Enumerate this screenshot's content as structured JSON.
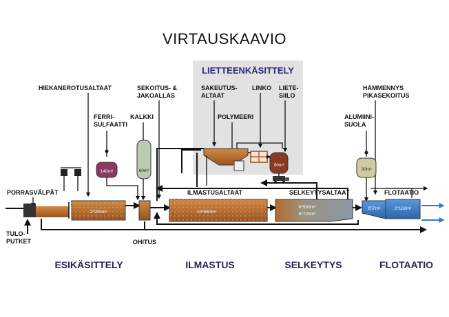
{
  "title": "VIRTAUSKAAVIO",
  "sludge_section": "LIETTEENKÄSITTELY",
  "labels": {
    "hiekanerotus": [
      "HIEKANEROTUSALTAAT"
    ],
    "sekoitus": [
      "SEKOITUS- &",
      "JAKOALLAS"
    ],
    "sakeutus": [
      "SAKEUTUS-",
      "ALTAAT"
    ],
    "linko": [
      "LINKO"
    ],
    "lietesiilo": [
      "LIETE-",
      "SIILO"
    ],
    "hammennys": [
      "HÄMMENNYS",
      "PIKASEKOITUS"
    ],
    "ferri": [
      "FERRI-",
      "SULFAATTI"
    ],
    "kalkki": [
      "KALKKI"
    ],
    "polymeeri": [
      "POLYMEERI"
    ],
    "alumiini": [
      "ALUMIINI-",
      "SUOLA"
    ],
    "porras": [
      "PORRASVÄLPÄT"
    ],
    "ilmastusaltaat": [
      "ILMASTUSALTAAT"
    ],
    "selkeytysaltaat": [
      "SELKEYTYSALTAAT"
    ],
    "flotaatio_basin": [
      "FLOTAATIO"
    ],
    "tulo": [
      "TULO-",
      "PUTKET"
    ],
    "ohitus": [
      "OHITUS"
    ]
  },
  "volumes": {
    "ferri": "140m³",
    "kalkki": "60m³",
    "lietesiilo": "90m³",
    "alumiini": "30m³",
    "hiekka": "2*200m³",
    "ilmastus": "10*550m³",
    "selkeytys_1": "6*550m³",
    "selkeytys_2": "6*720m³",
    "flot_1": "207m³",
    "flot_2": "2*182m³"
  },
  "stages": {
    "esi": "ESIKÄSITTELY",
    "ilm": "ILMASTUS",
    "sel": "SELKEYTYS",
    "flo": "FLOTAATIO"
  },
  "colors": {
    "sludge": "#b86a2a",
    "sludge_dark": "#8a4a1c",
    "ferri": "#8a3a62",
    "kalkki": "#b7ccb0",
    "alumiini": "#cfc9a4",
    "clarifier": "#9aa0a8",
    "flotation": "#3e7fc4",
    "sludge_box": "#e2e2e2"
  }
}
